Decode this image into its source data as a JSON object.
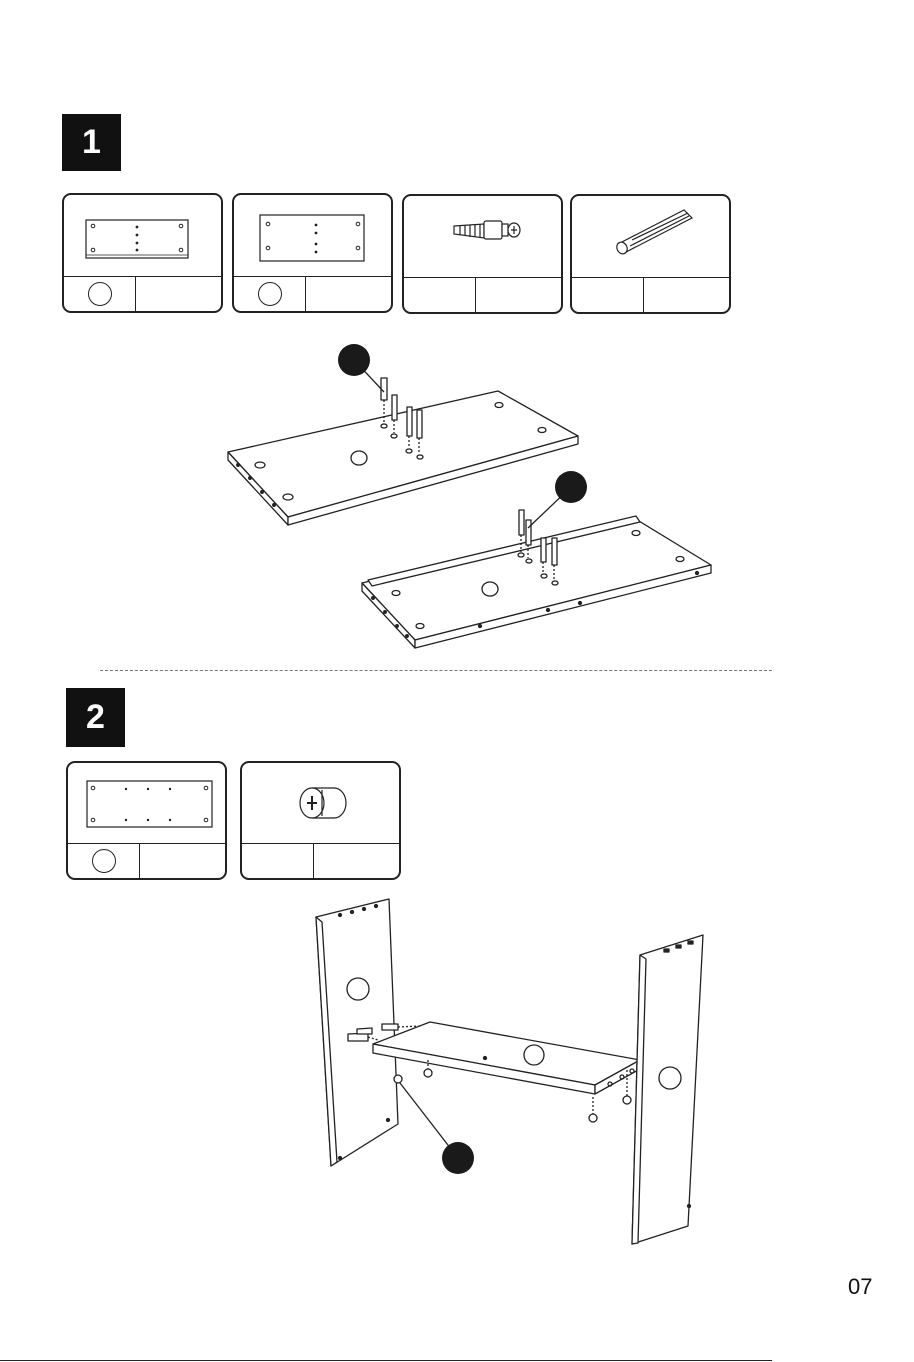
{
  "steps": [
    {
      "number": "1"
    },
    {
      "number": "2"
    }
  ],
  "page": {
    "number": "07"
  },
  "icons": {
    "part_panel": "panel-with-holes-icon",
    "cam_bolt": "cam-bolt-icon",
    "dowel": "wood-dowel-icon",
    "cam_lock": "cam-lock-nut-icon",
    "callout": "callout-dot-icon"
  }
}
